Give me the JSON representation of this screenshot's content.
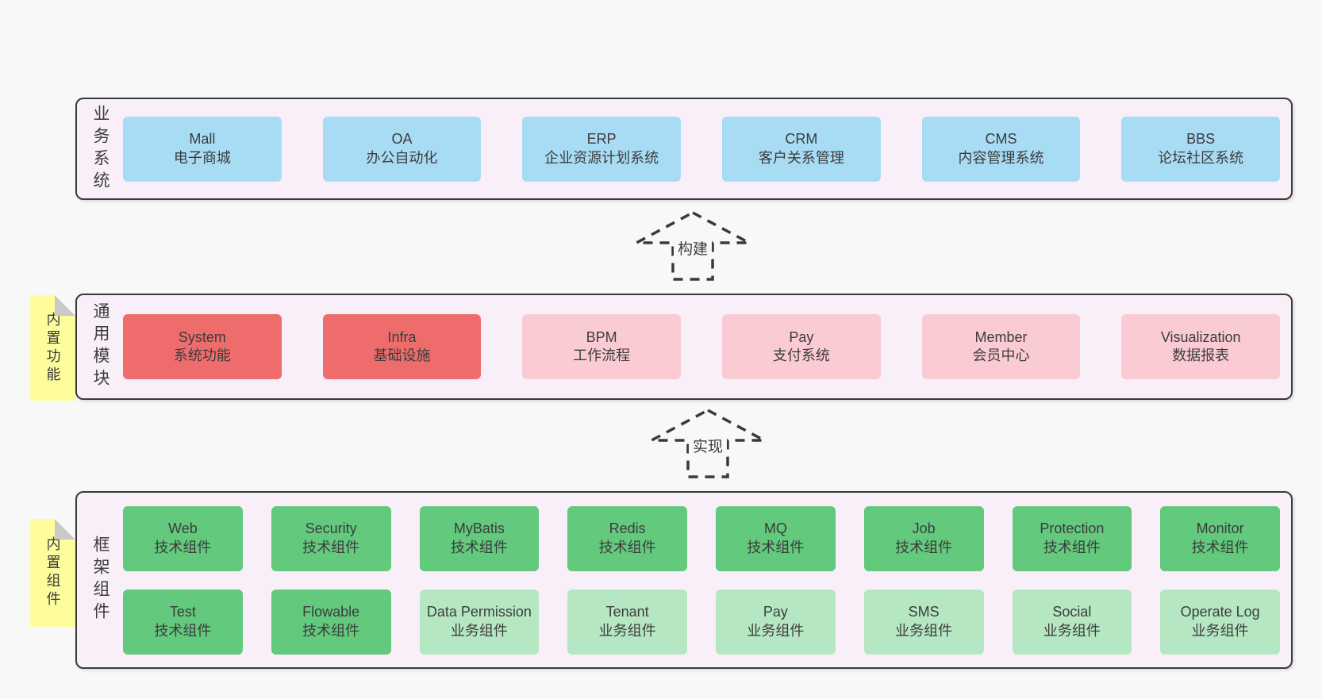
{
  "palette": {
    "page_bg": "#f8f8f8",
    "container_bg": "#f9eff8",
    "container_border": "#3a3a3a",
    "blue_box": "#a8dcf5",
    "red_box": "#ef6c6c",
    "pink_box": "#fbcbd4",
    "green_box": "#62c97d",
    "light_green_box": "#b6e7c3",
    "note_yellow": "#fdfd9e",
    "note_fold_gray": "#c9c9c9",
    "text": "#3c3c3c"
  },
  "layers": [
    {
      "id": "business-systems",
      "label": "业务系统",
      "boxes": [
        {
          "title": "Mall",
          "subtitle": "电子商城",
          "variant": "blue"
        },
        {
          "title": "OA",
          "subtitle": "办公自动化",
          "variant": "blue"
        },
        {
          "title": "ERP",
          "subtitle": "企业资源计划系统",
          "variant": "blue"
        },
        {
          "title": "CRM",
          "subtitle": "客户关系管理",
          "variant": "blue"
        },
        {
          "title": "CMS",
          "subtitle": "内容管理系统",
          "variant": "blue"
        },
        {
          "title": "BBS",
          "subtitle": "论坛社区系统",
          "variant": "blue"
        }
      ]
    },
    {
      "id": "common-modules",
      "label": "通用模块",
      "note": "内置功能",
      "boxes": [
        {
          "title": "System",
          "subtitle": "系统功能",
          "variant": "red"
        },
        {
          "title": "Infra",
          "subtitle": "基础设施",
          "variant": "red"
        },
        {
          "title": "BPM",
          "subtitle": "工作流程",
          "variant": "pink"
        },
        {
          "title": "Pay",
          "subtitle": "支付系统",
          "variant": "pink"
        },
        {
          "title": "Member",
          "subtitle": "会员中心",
          "variant": "pink"
        },
        {
          "title": "Visualization",
          "subtitle": "数据报表",
          "variant": "pink"
        }
      ]
    },
    {
      "id": "framework-components",
      "label": "框架组件",
      "note": "内置组件",
      "rows": [
        [
          {
            "title": "Web",
            "subtitle": "技术组件",
            "variant": "green"
          },
          {
            "title": "Security",
            "subtitle": "技术组件",
            "variant": "green"
          },
          {
            "title": "MyBatis",
            "subtitle": "技术组件",
            "variant": "green"
          },
          {
            "title": "Redis",
            "subtitle": "技术组件",
            "variant": "green"
          },
          {
            "title": "MQ",
            "subtitle": "技术组件",
            "variant": "green"
          },
          {
            "title": "Job",
            "subtitle": "技术组件",
            "variant": "green"
          },
          {
            "title": "Protection",
            "subtitle": "技术组件",
            "variant": "green"
          },
          {
            "title": "Monitor",
            "subtitle": "技术组件",
            "variant": "green"
          }
        ],
        [
          {
            "title": "Test",
            "subtitle": "技术组件",
            "variant": "green"
          },
          {
            "title": "Flowable",
            "subtitle": "技术组件",
            "variant": "green"
          },
          {
            "title": "Data Permission",
            "subtitle": "业务组件",
            "variant": "lightgreen"
          },
          {
            "title": "Tenant",
            "subtitle": "业务组件",
            "variant": "lightgreen"
          },
          {
            "title": "Pay",
            "subtitle": "业务组件",
            "variant": "lightgreen"
          },
          {
            "title": "SMS",
            "subtitle": "业务组件",
            "variant": "lightgreen"
          },
          {
            "title": "Social",
            "subtitle": "业务组件",
            "variant": "lightgreen"
          },
          {
            "title": "Operate Log",
            "subtitle": "业务组件",
            "variant": "lightgreen"
          }
        ]
      ]
    }
  ],
  "arrows": [
    {
      "label": "构建"
    },
    {
      "label": "实现"
    }
  ]
}
